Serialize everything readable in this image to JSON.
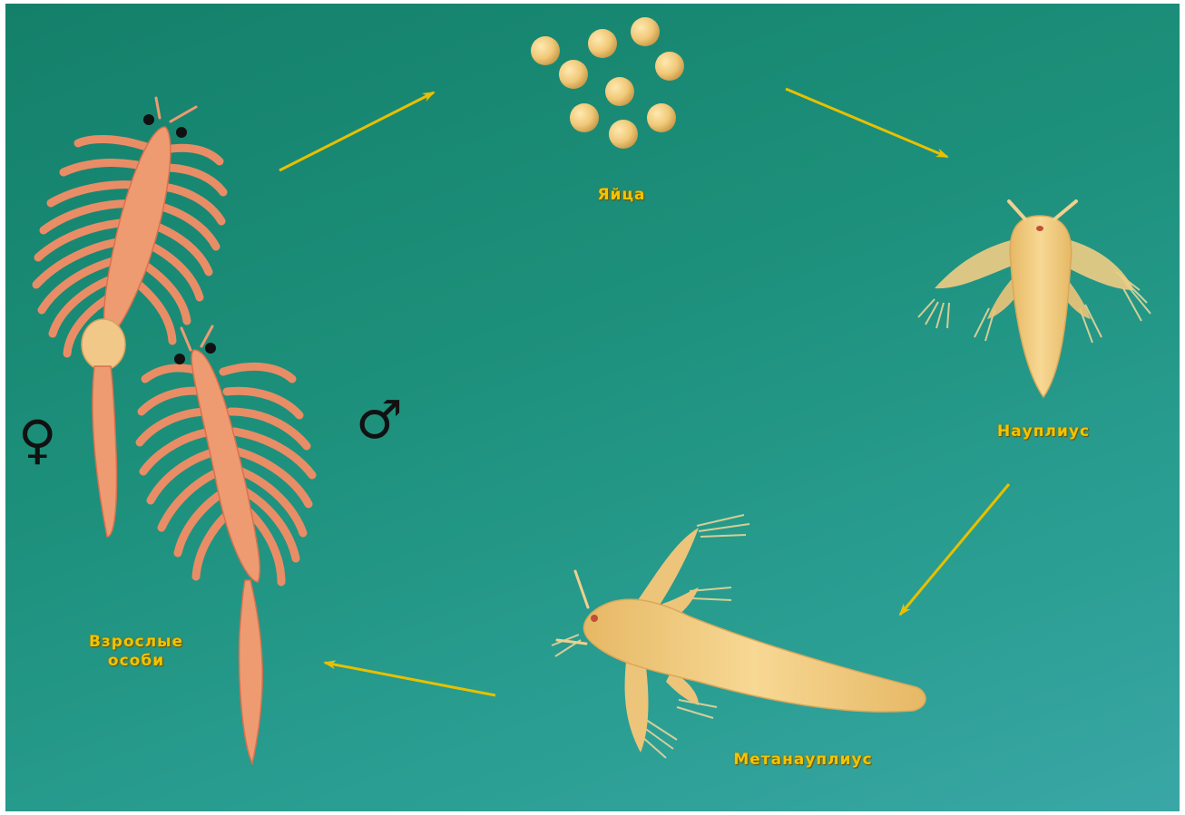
{
  "stages": {
    "eggs": {
      "label": "Яйца"
    },
    "nauplius": {
      "label": "Науплиус"
    },
    "metanauplius": {
      "label": "Метанауплиус"
    },
    "adults": {
      "label_line1": "Взрослые",
      "label_line2": "особи"
    }
  },
  "symbols": {
    "female": "♀",
    "male": "♂"
  },
  "colors": {
    "background": "#1c8f7a",
    "label": "#f2c400",
    "arrow": "#e8c000",
    "egg": "#f0c878",
    "larva": "#f3cf86",
    "adult": "#f09a70"
  }
}
